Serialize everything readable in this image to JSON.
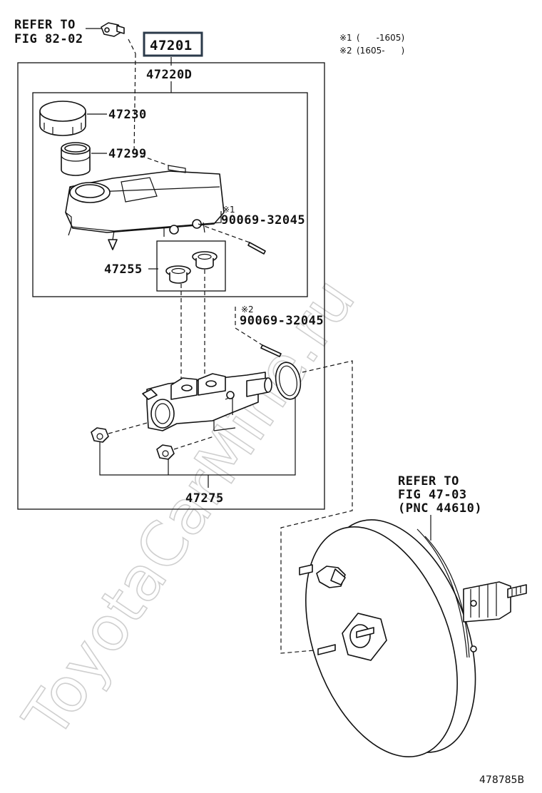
{
  "refer_top": {
    "line1": "REFER TO",
    "line2": "FIG 82-02"
  },
  "highlight_part": "47201",
  "notes": [
    {
      "mark": "※1",
      "text": "(      -1605)"
    },
    {
      "mark": "※2",
      "text": "(1605-      )"
    }
  ],
  "assembly_label": "47220D",
  "parts": {
    "cap": "47230",
    "strainer": "47299",
    "pin1_mark": "※1",
    "pin1": "90069-32045",
    "grommets": "47255",
    "pin2_mark": "※2",
    "pin2": "90069-32045",
    "nuts": "47275"
  },
  "refer_booster": {
    "line1": "REFER TO",
    "line2": "FIG 47-03",
    "line3": "(PNC 44610)"
  },
  "drawing_number": "478785B",
  "watermark": "ToyotaCarMine.ru"
}
